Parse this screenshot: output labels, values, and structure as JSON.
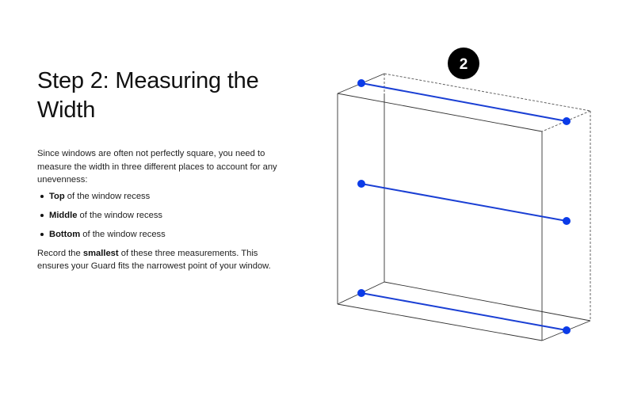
{
  "title": "Step 2: Measuring the Width",
  "intro": "Since windows are often not perfectly square, you need to measure the width in three different places to account for any unevenness:",
  "bullets": [
    {
      "bold": "Top",
      "rest": " of the window recess"
    },
    {
      "bold": "Middle",
      "rest": " of the window recess"
    },
    {
      "bold": "Bottom",
      "rest": " of the window recess"
    }
  ],
  "outro": {
    "before": "Record the ",
    "bold": "smallest",
    "after": " of these three measurements. This ensures your Guard fits the narrowest point of your window."
  },
  "step_badge": "2",
  "colors": {
    "measure_line": "#1a3fd4",
    "measure_dot": "#0b3be8",
    "outline": "#333333",
    "badge_bg": "#000000",
    "badge_text": "#ffffff"
  },
  "icons": [
    "step-number-badge",
    "window-recess-box",
    "measurement-line",
    "measurement-point"
  ]
}
